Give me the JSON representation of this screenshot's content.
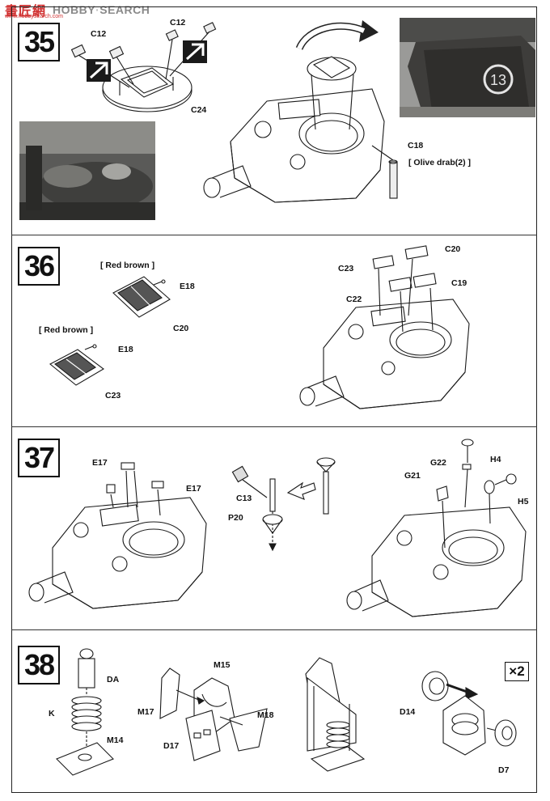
{
  "watermark": {
    "site_cn": "畫匠網",
    "site_en_a": "HOBBY",
    "site_en_b": "SEARCH",
    "url": "www.hobbysearch.com"
  },
  "steps": [
    {
      "number": "35",
      "labels": {
        "c12_left": "C12",
        "c12_right": "C12",
        "c24": "C24",
        "c18": "C18"
      },
      "paint": "[ Olive drab(2) ]",
      "photo_marking": "13"
    },
    {
      "number": "36",
      "labels": {
        "e18_top": "E18",
        "c20_left": "C20",
        "e18_bottom": "E18",
        "c23_left": "C23",
        "c20_right": "C20",
        "c23_right": "C23",
        "c19": "C19",
        "c22": "C22"
      },
      "paint_top": "[ Red brown ]",
      "paint_bottom": "[ Red brown ]"
    },
    {
      "number": "37",
      "labels": {
        "e17_left": "E17",
        "e17_right": "E17",
        "c13": "C13",
        "p20": "P20",
        "g22": "G22",
        "h4": "H4",
        "g21": "G21",
        "h5": "H5"
      }
    },
    {
      "number": "38",
      "labels": {
        "da": "DA",
        "k": "K",
        "m14": "M14",
        "m15": "M15",
        "m17": "M17",
        "m18": "M18",
        "d17": "D17",
        "d14": "D14",
        "d7": "D7"
      },
      "multiplier": "×2"
    }
  ]
}
